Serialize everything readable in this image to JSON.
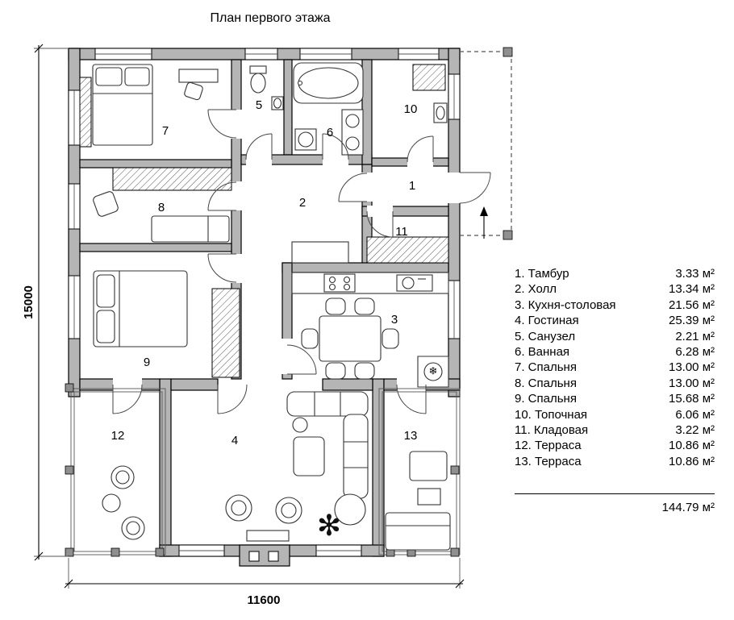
{
  "title": "План первого этажа",
  "dimensions": {
    "height": "15000",
    "width": "11600"
  },
  "plan": {
    "room_numbers": [
      "1",
      "2",
      "3",
      "4",
      "5",
      "6",
      "7",
      "8",
      "9",
      "10",
      "11",
      "12",
      "13"
    ],
    "icons": {
      "snowflake": "❄",
      "plant": "✻"
    }
  },
  "legend": {
    "items": [
      {
        "label": "1. Тамбур",
        "area": "3.33 м²"
      },
      {
        "label": "2. Холл",
        "area": "13.34 м²"
      },
      {
        "label": "3. Кухня-столовая",
        "area": "21.56 м²"
      },
      {
        "label": "4. Гостиная",
        "area": "25.39 м²"
      },
      {
        "label": "5. Санузел",
        "area": "2.21 м²"
      },
      {
        "label": "6. Ванная",
        "area": "6.28 м²"
      },
      {
        "label": "7. Спальня",
        "area": "13.00 м²"
      },
      {
        "label": "8. Спальня",
        "area": "13.00 м²"
      },
      {
        "label": "9. Спальня",
        "area": "15.68 м²"
      },
      {
        "label": "10. Топочная",
        "area": "6.06 м²"
      },
      {
        "label": "11. Кладовая",
        "area": "3.22 м²"
      },
      {
        "label": "12. Терраса",
        "area": "10.86 м²"
      },
      {
        "label": "13. Терраса",
        "area": "10.86 м²"
      }
    ],
    "total": "144.79 м²"
  }
}
